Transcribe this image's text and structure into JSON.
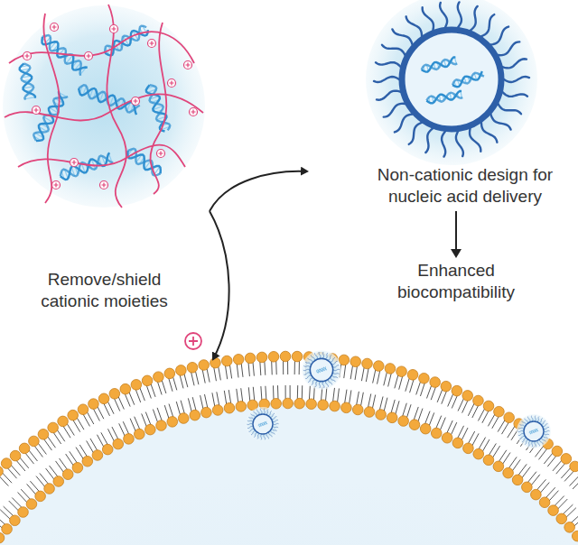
{
  "diagram": {
    "nodes": [
      {
        "text": [
          "Non-cationic design for nucleic acid delivery"
        ]
      },
      {
        "text": [
          "Enhanced biocompatibility"
        ]
      }
    ],
    "edges": [
      {
        "from": 0,
        "to": 1,
        "arrow": "to"
      }
    ],
    "labels": [
      "Remove/shield cationic moieties"
    ]
  }
}
